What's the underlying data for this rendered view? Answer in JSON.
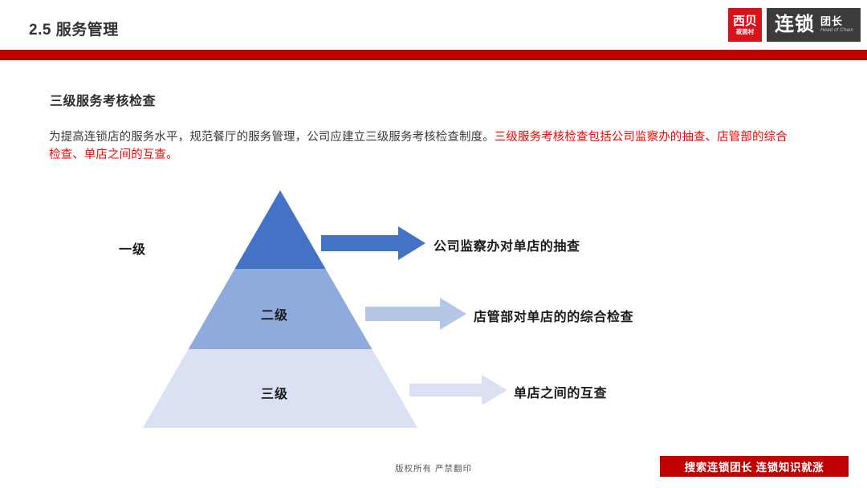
{
  "header": {
    "title": "2.5 服务管理",
    "brand": {
      "mark_top": "西贝",
      "mark_bottom": "莜面村",
      "box_main": "连锁",
      "box_sub_cn": "团长",
      "box_sub_en": "Head of Chain"
    },
    "rule_color": "#C00000"
  },
  "content": {
    "section_heading": "三级服务考核检查",
    "paragraph_plain": "为提高连锁店的服务水平，规范餐厅的服务管理，公司应建立三级服务考核检查制度。",
    "paragraph_highlight": "三级服务考核检查包括公司监察办的抽查、店管部的综合检查、单店之间的互查。",
    "highlight_color": "#FF0000"
  },
  "diagram": {
    "type": "pyramid",
    "tiers": [
      {
        "label": "一级",
        "fill": "#4472C4",
        "arrow_color": "#4472C4",
        "caption": "公司监察办对单店的抽查"
      },
      {
        "label": "二级",
        "fill": "#8FAADC",
        "arrow_color": "#B4C7E7",
        "caption": "店管部对单店的的综合检查"
      },
      {
        "label": "三级",
        "fill": "#D9E1F2",
        "arrow_color": "#D9E1F2",
        "caption": "单店之间的互查"
      }
    ]
  },
  "footer": {
    "copyright": "版权所有 严禁翻印",
    "cta": "搜索连锁团长 连锁知识就涨",
    "cta_color": "#C00000"
  }
}
